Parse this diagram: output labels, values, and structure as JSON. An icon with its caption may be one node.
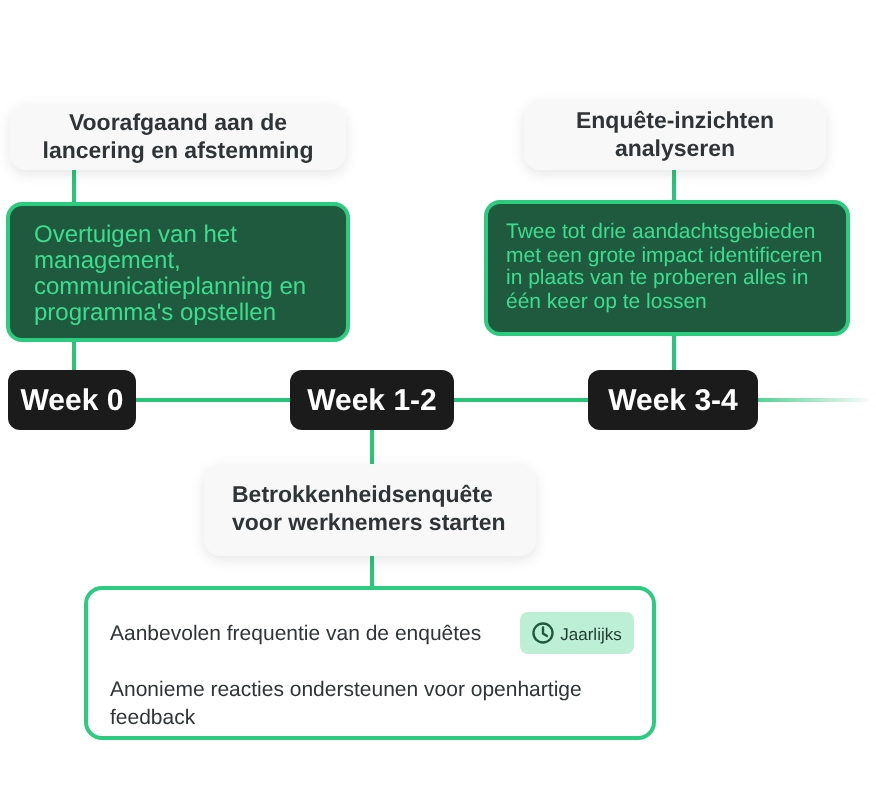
{
  "diagram": {
    "nodes": [
      {
        "text": [
          "Voorafgaand aan de lancering en afstemming"
        ]
      },
      {
        "text": [
          "Enquête-inzichten analyseren"
        ]
      },
      {
        "text": [
          "Overtuigen van het management, communicatieplanning en programma's opstellen"
        ]
      },
      {
        "text": [
          "Twee tot drie aandachtsgebieden met een grote impact identificeren in plaats van te proberen alles in één keer op te lossen"
        ]
      },
      {
        "text": [
          "Week 0"
        ]
      },
      {
        "text": [
          "Week 1-2"
        ]
      },
      {
        "text": [
          "Week 3-4"
        ]
      },
      {
        "text": [
          "Betrokkenheidsenquête voor werknemers starten"
        ]
      },
      {
        "text": [
          "Aanbevolen frequentie van de enquêtes",
          "Anonieme reacties ondersteunen voor openhartige feedback"
        ]
      },
      {
        "text": [
          "Jaarlijks"
        ],
        "in": 8
      }
    ],
    "edges": [
      {
        "from": 0,
        "to": 2,
        "arrow": "none"
      },
      {
        "from": 1,
        "to": 3,
        "arrow": "none"
      },
      {
        "from": 2,
        "to": 4,
        "arrow": "none"
      },
      {
        "from": 3,
        "to": 6,
        "arrow": "none"
      },
      {
        "from": 4,
        "to": 5,
        "arrow": "none"
      },
      {
        "from": 5,
        "to": 6,
        "arrow": "none"
      },
      {
        "from": 6,
        "to": null,
        "arrow": "none"
      },
      {
        "from": 5,
        "to": 7,
        "arrow": "none"
      },
      {
        "from": 7,
        "to": 8,
        "arrow": "none"
      }
    ]
  }
}
